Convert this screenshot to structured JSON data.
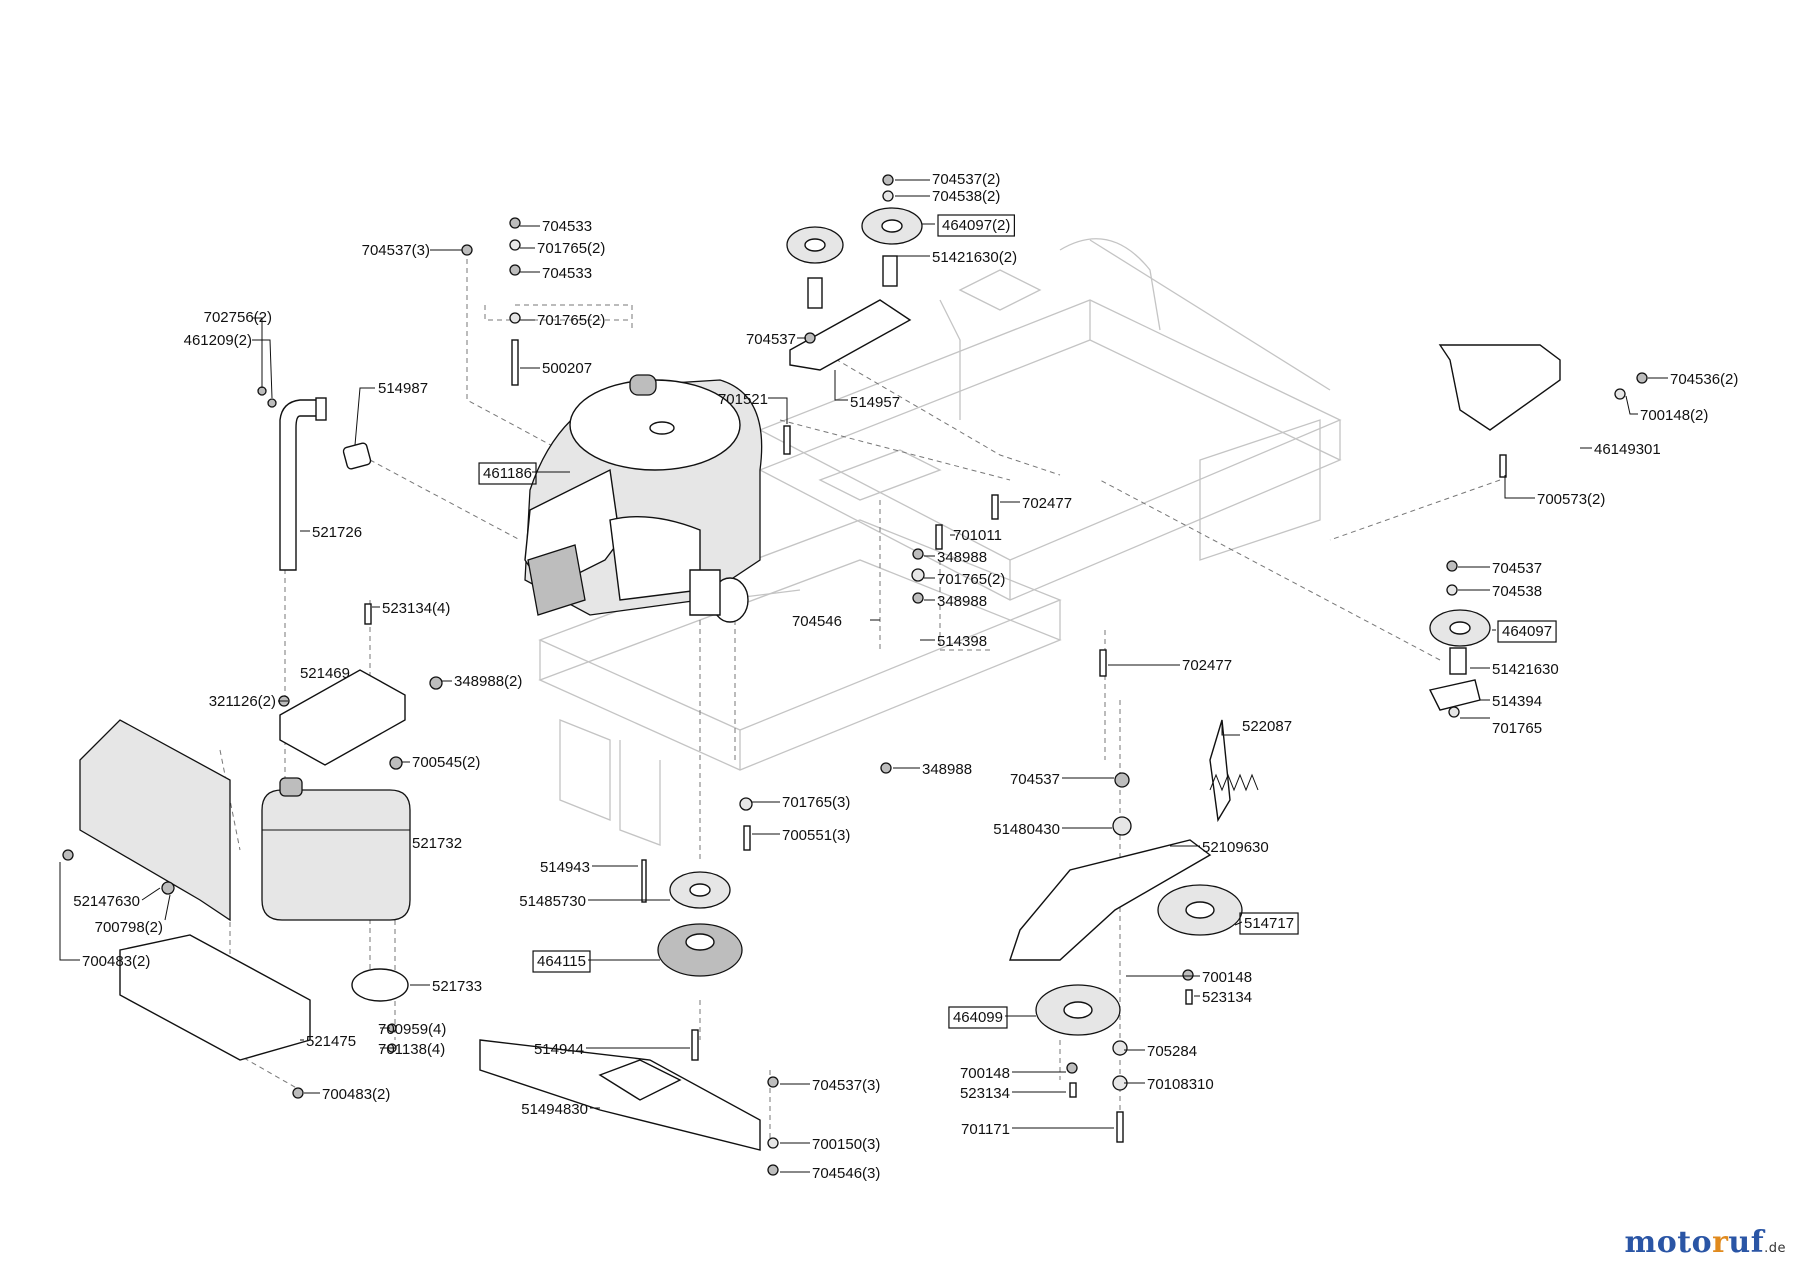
{
  "diagram": {
    "labels": [
      {
        "id": "l1",
        "text": "704537(2)",
        "boxed": false
      },
      {
        "id": "l2",
        "text": "704538(2)",
        "boxed": false
      },
      {
        "id": "l3",
        "text": "464097(2)",
        "boxed": true
      },
      {
        "id": "l4",
        "text": "51421630(2)",
        "boxed": false
      },
      {
        "id": "l5",
        "text": "704533",
        "boxed": false
      },
      {
        "id": "l6",
        "text": "701765(2)",
        "boxed": false
      },
      {
        "id": "l7",
        "text": "704533",
        "boxed": false
      },
      {
        "id": "l8",
        "text": "701765(2)",
        "boxed": false
      },
      {
        "id": "l9",
        "text": "500207",
        "boxed": false
      },
      {
        "id": "l10",
        "text": "704537(3)",
        "boxed": false
      },
      {
        "id": "l11",
        "text": "702756(2)",
        "boxed": false
      },
      {
        "id": "l12",
        "text": "461209(2)",
        "boxed": false
      },
      {
        "id": "l13",
        "text": "514987",
        "boxed": false
      },
      {
        "id": "l14",
        "text": "704537",
        "boxed": false
      },
      {
        "id": "l15",
        "text": "514957",
        "boxed": false
      },
      {
        "id": "l16",
        "text": "701521",
        "boxed": false
      },
      {
        "id": "l17",
        "text": "461186",
        "boxed": true
      },
      {
        "id": "l18",
        "text": "521726",
        "boxed": false
      },
      {
        "id": "l19",
        "text": "702477",
        "boxed": false
      },
      {
        "id": "l20",
        "text": "701011",
        "boxed": false
      },
      {
        "id": "l21",
        "text": "348988",
        "boxed": false
      },
      {
        "id": "l22",
        "text": "701765(2)",
        "boxed": false
      },
      {
        "id": "l23",
        "text": "348988",
        "boxed": false
      },
      {
        "id": "l24",
        "text": "704546",
        "boxed": false
      },
      {
        "id": "l25",
        "text": "514398",
        "boxed": false
      },
      {
        "id": "l26",
        "text": "523134(4)",
        "boxed": false
      },
      {
        "id": "l27",
        "text": "521469",
        "boxed": false
      },
      {
        "id": "l28",
        "text": "348988(2)",
        "boxed": false
      },
      {
        "id": "l29",
        "text": "321126(2)",
        "boxed": false
      },
      {
        "id": "l30",
        "text": "700545(2)",
        "boxed": false
      },
      {
        "id": "l31",
        "text": "702477",
        "boxed": false
      },
      {
        "id": "l32",
        "text": "704536(2)",
        "boxed": false
      },
      {
        "id": "l33",
        "text": "700148(2)",
        "boxed": false
      },
      {
        "id": "l34",
        "text": "46149301",
        "boxed": false
      },
      {
        "id": "l35",
        "text": "700573(2)",
        "boxed": false
      },
      {
        "id": "l36",
        "text": "704537",
        "boxed": false
      },
      {
        "id": "l37",
        "text": "704538",
        "boxed": false
      },
      {
        "id": "l38",
        "text": "464097",
        "boxed": true
      },
      {
        "id": "l39",
        "text": "51421630",
        "boxed": false
      },
      {
        "id": "l40",
        "text": "514394",
        "boxed": false
      },
      {
        "id": "l41",
        "text": "701765",
        "boxed": false
      },
      {
        "id": "l42",
        "text": "522087",
        "boxed": false
      },
      {
        "id": "l43",
        "text": "348988",
        "boxed": false
      },
      {
        "id": "l44",
        "text": "704537",
        "boxed": false
      },
      {
        "id": "l45",
        "text": "701765(3)",
        "boxed": false
      },
      {
        "id": "l46",
        "text": "700551(3)",
        "boxed": false
      },
      {
        "id": "l47",
        "text": "51480430",
        "boxed": false
      },
      {
        "id": "l48",
        "text": "52109630",
        "boxed": false
      },
      {
        "id": "l49",
        "text": "521732",
        "boxed": false
      },
      {
        "id": "l50",
        "text": "514943",
        "boxed": false
      },
      {
        "id": "l51",
        "text": "51485730",
        "boxed": false
      },
      {
        "id": "l52",
        "text": "514717",
        "boxed": true
      },
      {
        "id": "l53",
        "text": "52147630",
        "boxed": false
      },
      {
        "id": "l54",
        "text": "700798(2)",
        "boxed": false
      },
      {
        "id": "l55",
        "text": "700483(2)",
        "boxed": false
      },
      {
        "id": "l56",
        "text": "464115",
        "boxed": true
      },
      {
        "id": "l57",
        "text": "700148",
        "boxed": false
      },
      {
        "id": "l58",
        "text": "523134",
        "boxed": false
      },
      {
        "id": "l59",
        "text": "521733",
        "boxed": false
      },
      {
        "id": "l60",
        "text": "464099",
        "boxed": true
      },
      {
        "id": "l61",
        "text": "700959(4)",
        "boxed": false
      },
      {
        "id": "l62",
        "text": "701138(4)",
        "boxed": false
      },
      {
        "id": "l63",
        "text": "521475",
        "boxed": false
      },
      {
        "id": "l64",
        "text": "514944",
        "boxed": false
      },
      {
        "id": "l65",
        "text": "705284",
        "boxed": false
      },
      {
        "id": "l66",
        "text": "700148",
        "boxed": false
      },
      {
        "id": "l67",
        "text": "523134",
        "boxed": false
      },
      {
        "id": "l68",
        "text": "70108310",
        "boxed": false
      },
      {
        "id": "l69",
        "text": "704537(3)",
        "boxed": false
      },
      {
        "id": "l70",
        "text": "51494830",
        "boxed": false
      },
      {
        "id": "l71",
        "text": "700150(3)",
        "boxed": false
      },
      {
        "id": "l72",
        "text": "704546(3)",
        "boxed": false
      },
      {
        "id": "l73",
        "text": "701171",
        "boxed": false
      },
      {
        "id": "l74",
        "text": "700483(2)",
        "boxed": false
      }
    ]
  },
  "watermark": {
    "part1": "moto",
    "part2": "r",
    "part3": "uf",
    "suffix": ".de"
  }
}
